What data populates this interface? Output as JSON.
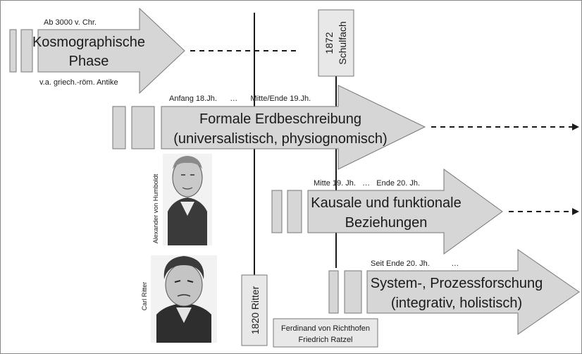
{
  "phases": [
    {
      "line1": "Kosmographische",
      "line2": "Phase",
      "date_label": "Ab 3000 v. Chr.",
      "sub_label": "v.a. griech.-röm. Antike"
    },
    {
      "line1": "Formale Erdbeschreibung",
      "line2": "(universalistisch, physiognomisch)",
      "date_label": "Anfang 18.Jh.      …      Mitte/Ende 19.Jh."
    },
    {
      "line1": "Kausale und funktionale",
      "line2": "Beziehungen",
      "date_label": "Mitte 19. Jh.   …   Ende 20. Jh."
    },
    {
      "line1": "System-, Prozessforschung",
      "line2": "(integrativ, holistisch)",
      "date_label": "Seit Ende 20. Jh.          …"
    }
  ],
  "markers": {
    "schulfach_year": "1872",
    "schulfach_label": "Schulfach",
    "ritter_label": "1820 Ritter"
  },
  "people": {
    "humboldt": "Alexander von Humboldt",
    "ritter": "Carl Ritter",
    "richthofen_line1": "Ferdinand von Richthofen",
    "richthofen_line2": "Friedrich Ratzel"
  }
}
